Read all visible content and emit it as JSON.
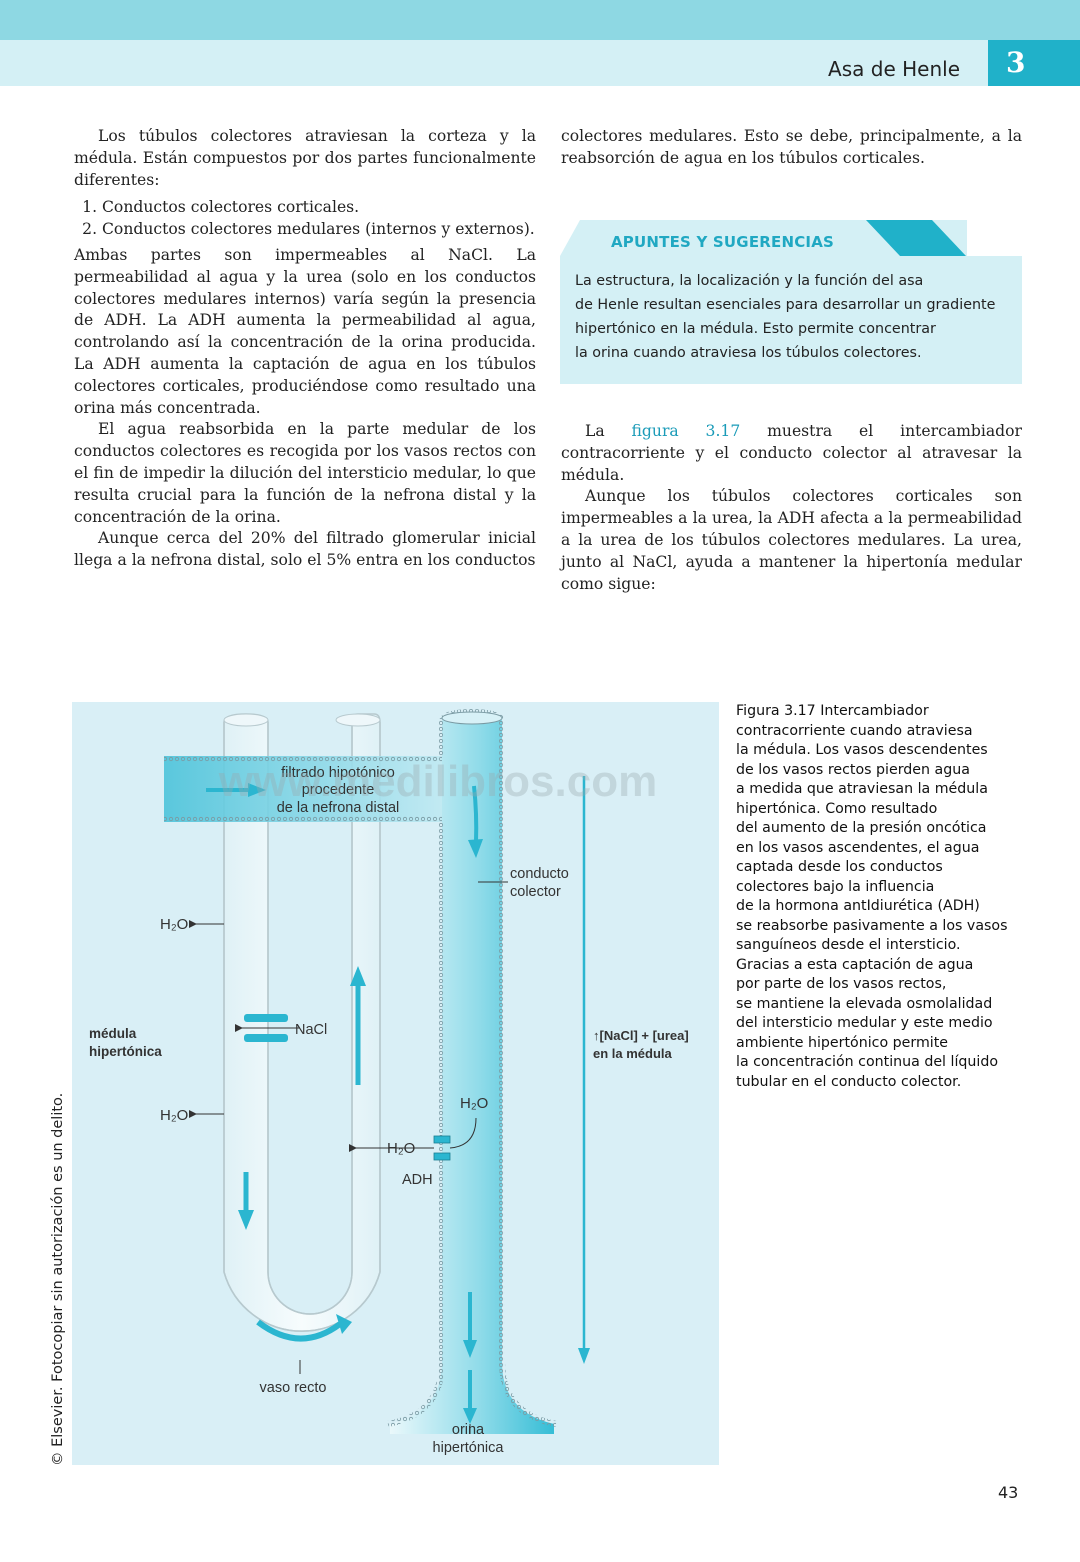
{
  "header": {
    "title": "Asa de Henle",
    "chapter": "3"
  },
  "left_column": {
    "intro": "Los túbulos colectores atraviesan la corteza y la médula. Están compuestos por dos partes funcionalmente diferentes:",
    "list": [
      "Conductos colectores corticales.",
      "Conductos colectores medulares (internos y externos)."
    ],
    "p2": "Ambas partes son impermeables al NaCl. La permeabilidad al agua y la urea (solo en los conductos colectores medulares internos) varía según la presencia de ADH. La ADH aumenta la permeabilidad al agua, controlando así la concentración de la orina producida. La ADH aumenta la captación de agua en los túbulos colectores corticales, produciéndose como resultado una orina más concentrada.",
    "p3": "El agua reabsorbida en la parte medular de los conductos colectores es recogida por los vasos rectos con el fin de impedir la dilución del intersticio medular, lo que resulta crucial para la función de la nefrona distal y la concentración de la orina.",
    "p4": "Aunque cerca del 20% del filtrado glomerular inicial llega a la nefrona distal, solo el 5% entra en los conductos"
  },
  "right_column": {
    "p1": "colectores medulares. Esto se debe, principalmente, a la reabsorción de agua en los túbulos corticales.",
    "p2_pre": "La ",
    "p2_link": "figura 3.17",
    "p2_post": " muestra el intercambiador contracorriente y el conducto colector al atravesar la médula.",
    "p3": "Aunque los túbulos colectores corticales son impermeables a la urea, la ADH afecta a la permeabilidad a la urea de los túbulos colectores medulares. La urea, junto al NaCl, ayuda a mantener la hipertonía medular como sigue:"
  },
  "note": {
    "title": "APUNTES Y SUGERENCIAS",
    "lines": [
      "La estructura, la localización y la función del asa",
      "de Henle resultan esenciales para desarrollar un gradiente",
      "hipertónico en la médula. Esto permite concentrar",
      "la orina cuando atraviesa los túbulos colectores."
    ]
  },
  "figure": {
    "label_filtrado": [
      "filtrado hipotónico",
      "procedente",
      "de la nefrona distal"
    ],
    "label_conducto": [
      "conducto",
      "colector"
    ],
    "h2o_label": "H₂O",
    "nacl_label": "NaCl",
    "medula_label": [
      "médula",
      "hipertónica"
    ],
    "gradient_label": [
      "↑[NaCl] + [urea]",
      "en la médula"
    ],
    "adh_label": "ADH",
    "vaso_label": "vaso recto",
    "orina_label": [
      "orina",
      "hipertónica"
    ],
    "watermark": "www.medilibros.com",
    "colors": {
      "background": "#d9eff6",
      "vessel": "#eef8fb",
      "arrow": "#2bb6d0",
      "duct": "#5ccbe0"
    }
  },
  "caption_lines": [
    "Figura 3.17 Intercambiador",
    "contracorriente cuando atraviesa",
    "la médula. Los vasos descendentes",
    "de los vasos rectos pierden agua",
    "a medida que atraviesan la médula",
    "hipertónica. Como resultado",
    "del aumento de la presión oncótica",
    "en los vasos ascendentes, el agua",
    "captada desde los conductos",
    "colectores bajo la influencia",
    "de la hormona antIdiurética (ADH)",
    "se reabsorbe pasivamente a los vasos",
    "sanguíneos desde el intersticio.",
    "Gracias a esta captación de agua",
    "por parte de los vasos rectos,",
    "se mantiene la elevada osmolalidad",
    "del intersticio medular y este medio",
    "ambiente hipertónico permite",
    "la concentración continua del líquido",
    "tubular en el conducto colector."
  ],
  "copyright": "© Elsevier. Fotocopiar sin autorización es un delito.",
  "page_number": "43"
}
